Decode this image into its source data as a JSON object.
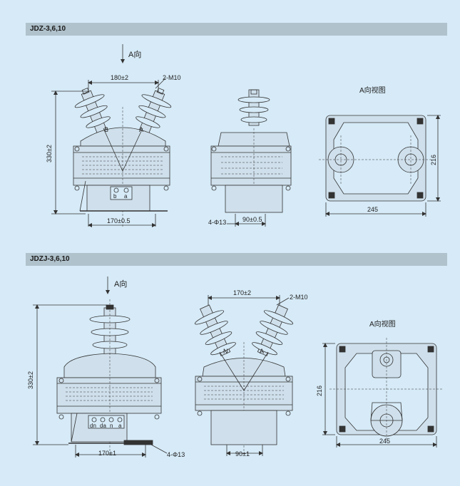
{
  "sections": [
    {
      "title": "JDZ-3,6,10",
      "direction_label": "A向",
      "view_title": "A向视图",
      "dims": {
        "top_span": "180±2",
        "bolt": "2-M10",
        "height": "330±2",
        "base": "170±0.5",
        "side_base": "90±0.5",
        "holes": "4-Φ13",
        "plan_width": "245",
        "plan_height": "216"
      },
      "terminal_labels": [
        "B",
        "A"
      ],
      "secondary_labels": [
        "b",
        "a"
      ]
    },
    {
      "title": "JDZJ-3,6,10",
      "direction_label": "A向",
      "view_title": "A向视图",
      "dims": {
        "top_span": "170±2",
        "bolt": "2-M10",
        "height": "330±2",
        "base": "170±1",
        "side_base": "90±1",
        "holes": "4-Φ13",
        "plan_width": "245",
        "plan_height": "216"
      },
      "terminal_labels": [
        "N",
        "A"
      ],
      "secondary_labels": [
        "dn",
        "da",
        "n",
        "a"
      ]
    }
  ]
}
